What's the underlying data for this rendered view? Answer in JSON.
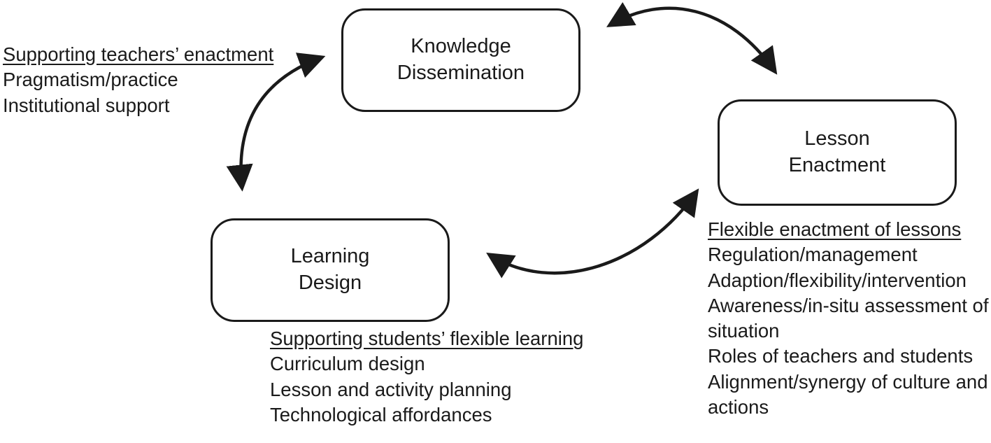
{
  "diagram": {
    "nodes": {
      "knowledge_dissemination": {
        "label": [
          "Knowledge",
          "Dissemination"
        ]
      },
      "lesson_enactment": {
        "label": [
          "Lesson",
          "Enactment"
        ]
      },
      "learning_design": {
        "label": [
          "Learning",
          "Design"
        ]
      }
    },
    "annotations": {
      "teachers_enactment": {
        "title": "Supporting teachers’ enactment",
        "lines": [
          "Pragmatism/practice",
          "Institutional support"
        ]
      },
      "students_flexible_learning": {
        "title": "Supporting students’ flexible learning",
        "lines": [
          "Curriculum design",
          "Lesson and activity planning",
          "Technological affordances"
        ]
      },
      "flexible_enactment": {
        "title": "Flexible enactment of lessons",
        "lines": [
          "Regulation/management",
          "Adaption/flexibility/intervention",
          "Awareness/in-situ assessment of situation",
          "Roles of teachers and students",
          "Alignment/synergy of culture and actions"
        ]
      }
    },
    "connections": [
      "knowledge-dissemination <-> lesson-enactment",
      "knowledge-dissemination <-> learning-design",
      "learning-design <-> lesson-enactment"
    ],
    "colors": {
      "stroke": "#1a1a1a",
      "text": "#1a1a1a",
      "background": "#ffffff"
    }
  }
}
